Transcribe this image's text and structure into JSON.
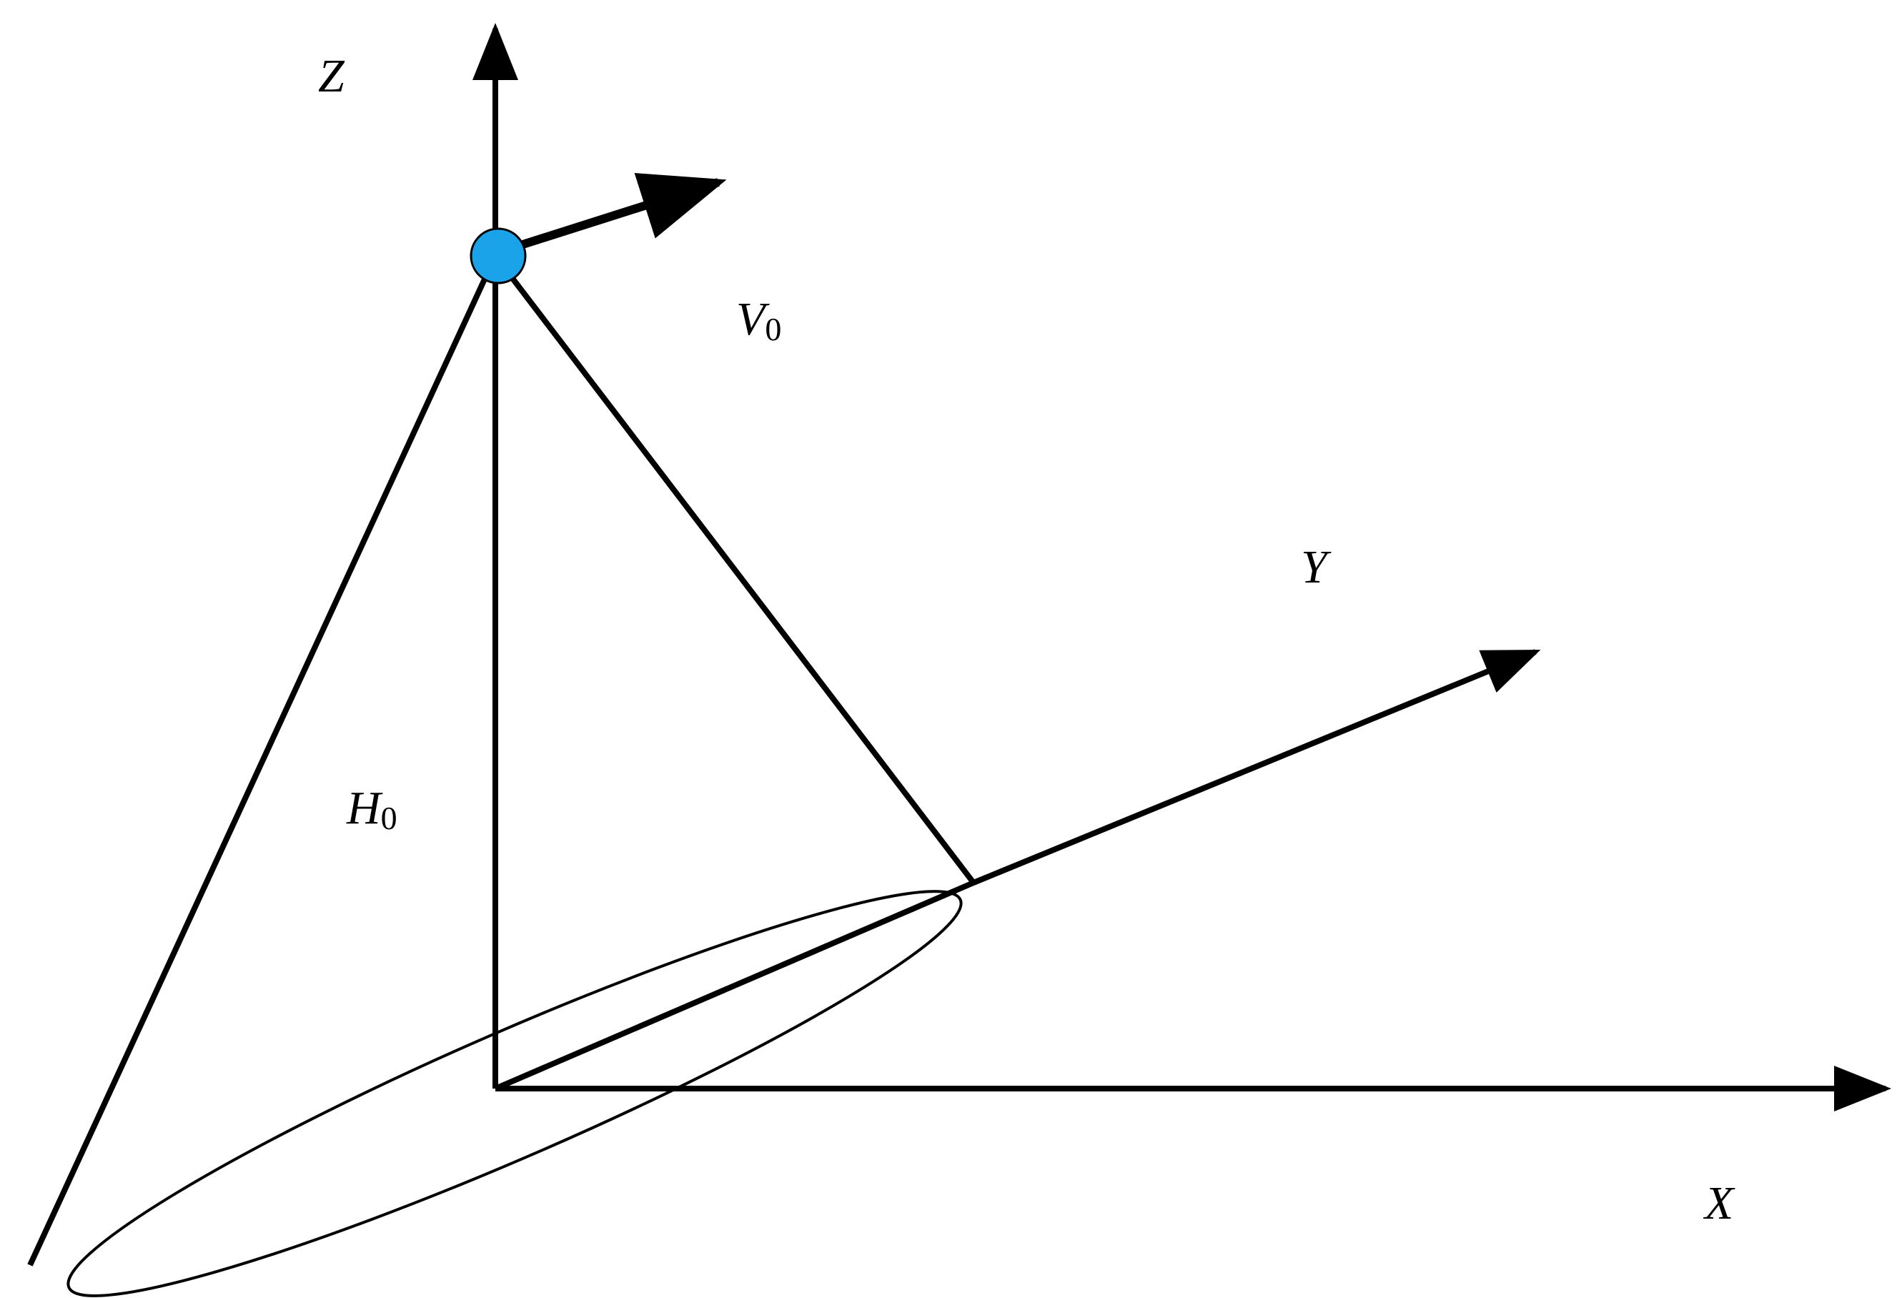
{
  "diagram": {
    "labels": {
      "z_axis": "Z",
      "y_axis": "Y",
      "x_axis": "X",
      "velocity": {
        "main": "V",
        "sub": "0"
      },
      "height": {
        "main": "H",
        "sub": "0"
      }
    },
    "colors": {
      "line": "#000000",
      "point_fill": "#1aa3e8",
      "background": "#ffffff"
    }
  }
}
